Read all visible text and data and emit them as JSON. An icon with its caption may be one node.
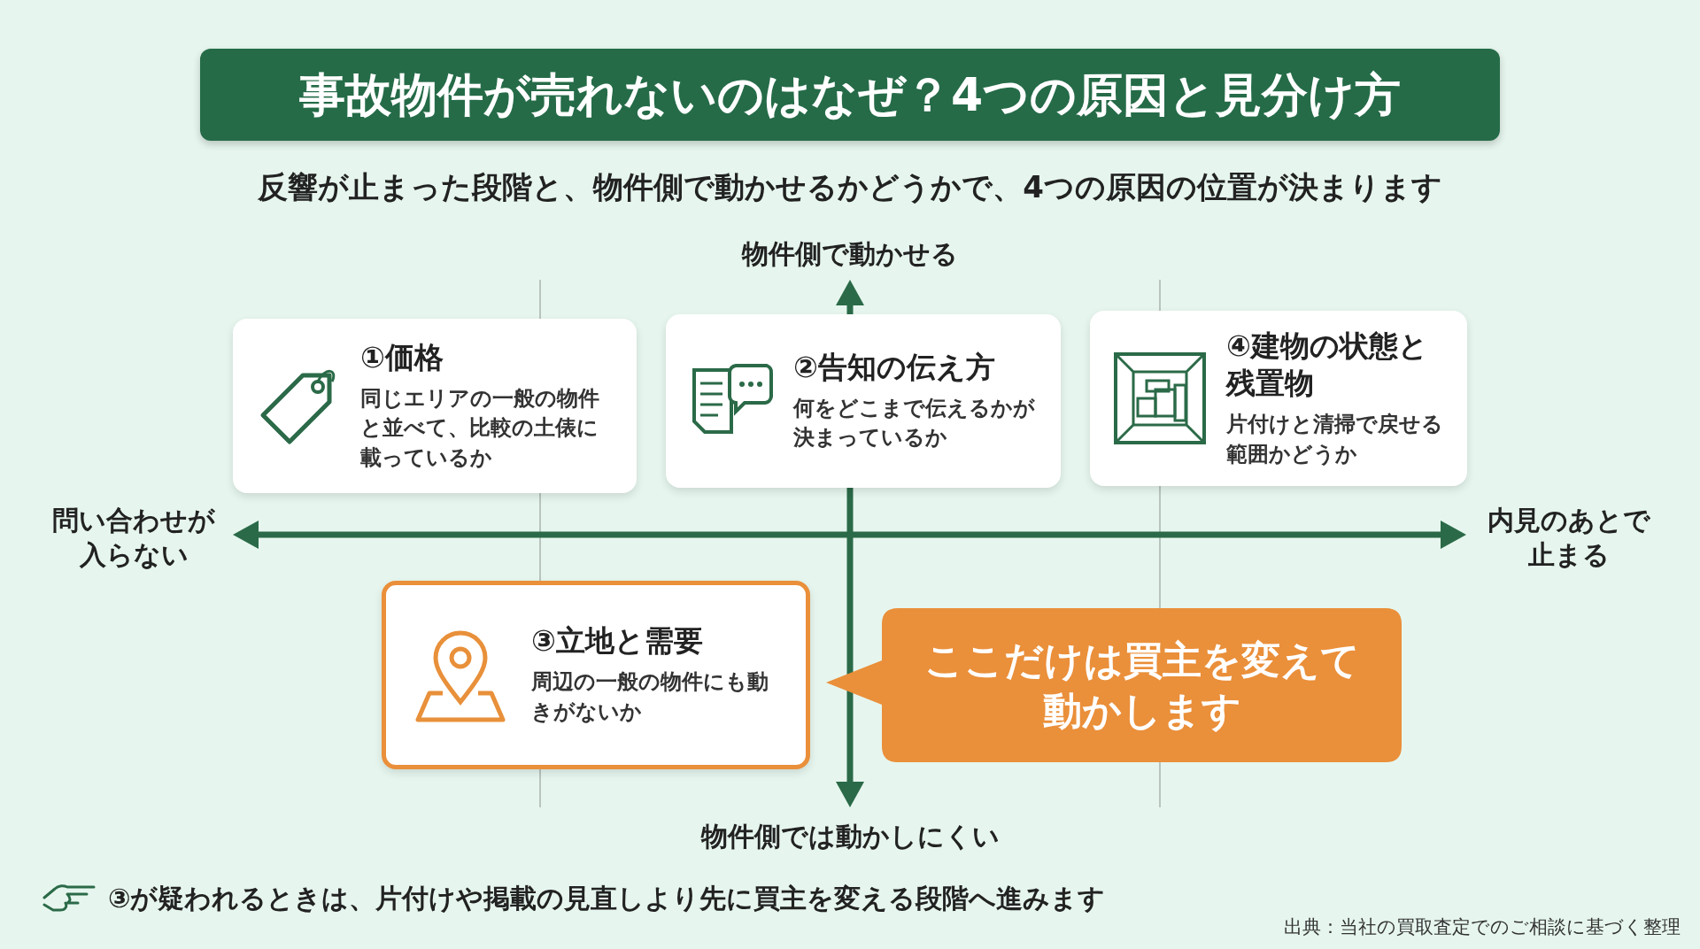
{
  "diagram": {
    "title": "事故物件が売れないのはなぜ？4つの原因と見分け方",
    "nodes": [
      {
        "text": [
          "①価格",
          "同じエリアの一般の物件と並べて、比較の土俵に載っているか"
        ]
      },
      {
        "text": [
          "②告知の伝え方",
          "何をどこまで伝えるかが決まっているか"
        ]
      },
      {
        "text": [
          "④建物の状態と残置物",
          "片付けと清掃で戻せる範囲かどうか"
        ]
      },
      {
        "text": [
          "③立地と需要",
          "周辺の一般の物件にも動きがないか"
        ]
      },
      {
        "text": [
          "ここだけは買主を変えて動かします"
        ]
      }
    ],
    "labels": [
      "反響が止まった段階と、物件側で動かせるかどうかで、4つの原因の位置が決まります",
      "物件側で動かせる",
      "問い合わせが入らない",
      "内見のあとで止まる",
      "物件側では動かしにくい",
      "③が疑われるときは、片付けや掲載の見直しより先に買主を変える段階へ進みます",
      "出典：当社の買取査定でのご相談に基づく整理"
    ]
  }
}
